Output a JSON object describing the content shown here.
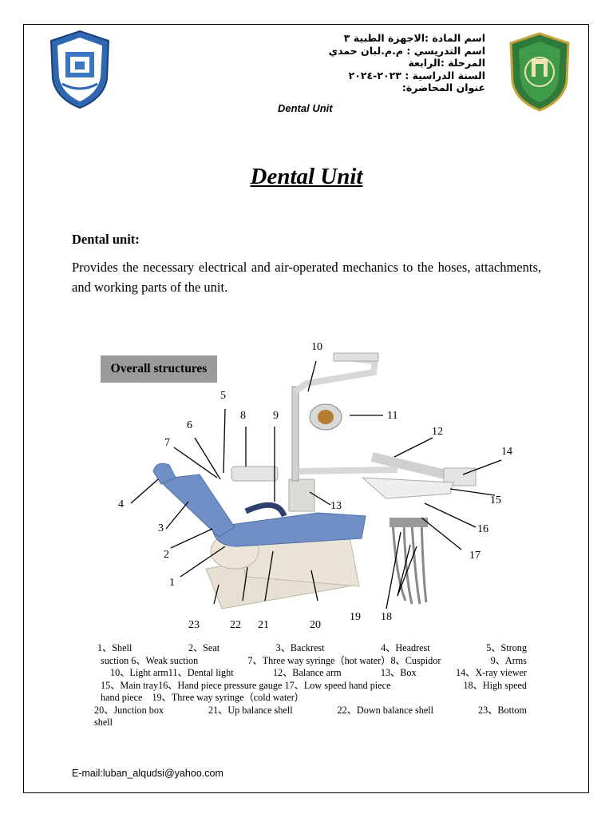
{
  "header": {
    "arabic_lines": [
      "اسم المادة :الاجهزة الطبية ٣",
      "اسم التدريسي : م.م.لبان حمدي",
      "المرحلة :الرابعة",
      "السنة الدراسية : ٢٠٢٣-٢٠٢٤",
      "عنوان المحاضرة:"
    ],
    "subtitle": "Dental Unit"
  },
  "document": {
    "title": "Dental Unit",
    "section_heading": "Dental unit:",
    "paragraph": "Provides the necessary electrical and air-operated mechanics to the hoses, attachments, and working parts of the unit."
  },
  "figure": {
    "banner": "Overall structures",
    "callouts": [
      "1",
      "2",
      "3",
      "4",
      "5",
      "6",
      "7",
      "8",
      "9",
      "10",
      "11",
      "12",
      "13",
      "14",
      "15",
      "16",
      "17",
      "18",
      "19",
      "20",
      "21",
      "22",
      "23"
    ],
    "legend_rows": [
      [
        "1、Shell",
        "2、Seat",
        "3、Backrest",
        "4、Headrest",
        "5、Strong"
      ],
      [
        "suction 6、Weak suction",
        "7、Three way syringe（hot water）8、Cuspidor",
        "9、Arms"
      ],
      [
        "10、Light arm11、Dental light",
        "12、Balance arm",
        "13、Box",
        "14、X-ray viewer"
      ],
      [
        "15、Main tray16、Hand piece pressure gauge 17、Low speed hand piece",
        "18、High speed"
      ],
      [
        "hand piece",
        "19、Three way syringe（cold water）"
      ],
      [
        "20、Junction box",
        "21、Up balance shell",
        "22、Down balance shell",
        "23、Bottom"
      ],
      [
        "shell"
      ]
    ]
  },
  "footer": {
    "email": "E-mail:luban_alqudsi@yahoo.com"
  },
  "colors": {
    "seat_blue": "#6f8fc6",
    "shell_beige": "#ece6d8",
    "banner_gray": "#9b9b9b"
  }
}
